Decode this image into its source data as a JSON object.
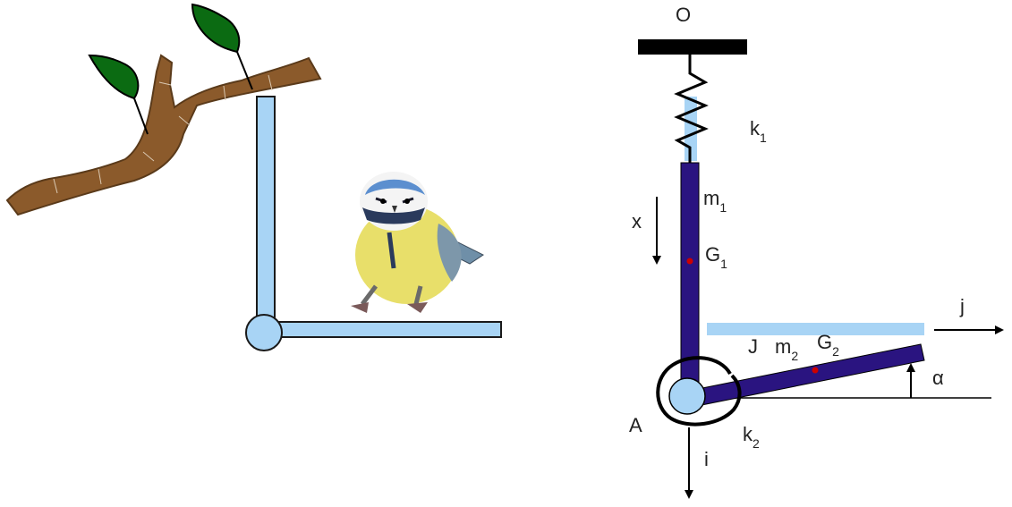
{
  "colors": {
    "branch": "#8b5a2b",
    "branch_stroke": "#5a3a1a",
    "leaf": "#0b6b12",
    "light_blue": "#a8d4f5",
    "bar_stroke": "#1a1a1a",
    "dark_blue": "#2a1480",
    "red_dot": "#cc0000",
    "black": "#000000"
  },
  "left_illustration": {
    "elements": [
      "tree-branch",
      "leaf",
      "leaf",
      "vertical-rod",
      "horizontal-rod",
      "pivot-joint",
      "blue-tit-bird"
    ]
  },
  "right_diagram": {
    "labels": {
      "O": "O",
      "k1_main": "k",
      "k1_sub": "1",
      "m1_main": "m",
      "m1_sub": "1",
      "x": "x",
      "G1_main": "G",
      "G1_sub": "1",
      "j": "j",
      "J": "J",
      "m2_main": "m",
      "m2_sub": "2",
      "G2_main": "G",
      "G2_sub": "2",
      "alpha": "α",
      "A": "A",
      "k2_main": "k",
      "k2_sub": "2",
      "i": "i"
    }
  }
}
